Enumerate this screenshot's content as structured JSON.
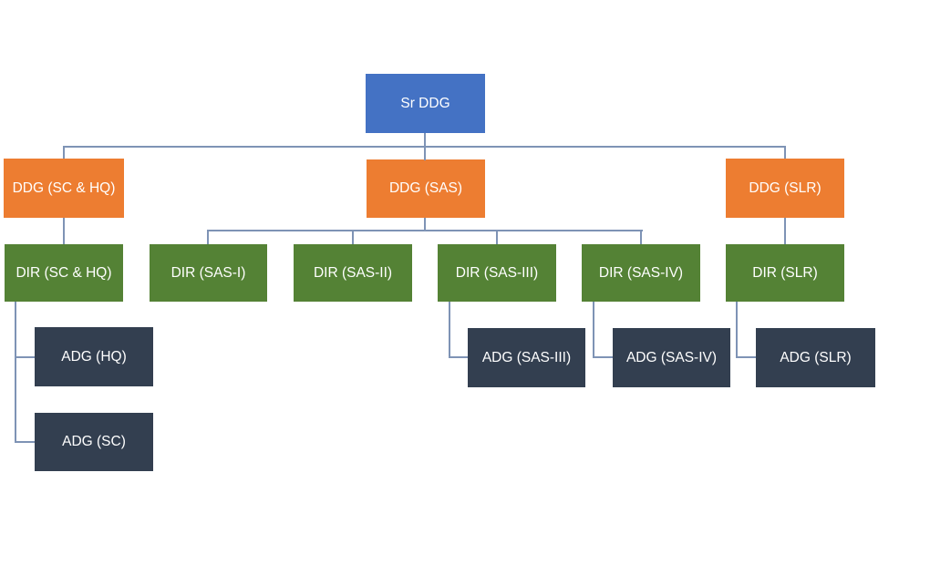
{
  "diagram": {
    "type": "org-chart",
    "background": "#ffffff",
    "colors": {
      "level1": "#4472c4",
      "level2": "#ed7d31",
      "level3": "#548235",
      "level4": "#333f50",
      "connector": "#7e93b5",
      "text": "#ffffff"
    },
    "nodes": {
      "sr_ddg": {
        "label": "Sr DDG"
      },
      "ddg_sc_hq": {
        "label": "DDG (SC & HQ)"
      },
      "ddg_sas": {
        "label": "DDG (SAS)"
      },
      "ddg_slr": {
        "label": "DDG (SLR)"
      },
      "dir_sc_hq": {
        "label": "DIR (SC & HQ)"
      },
      "dir_sas1": {
        "label": "DIR (SAS-I)"
      },
      "dir_sas2": {
        "label": "DIR (SAS-II)"
      },
      "dir_sas3": {
        "label": "DIR (SAS-III)"
      },
      "dir_sas4": {
        "label": "DIR (SAS-IV)"
      },
      "dir_slr": {
        "label": "DIR (SLR)"
      },
      "adg_hq": {
        "label": "ADG (HQ)"
      },
      "adg_sc": {
        "label": "ADG (SC)"
      },
      "adg_sas3": {
        "label": "ADG (SAS-III)"
      },
      "adg_sas4": {
        "label": "ADG (SAS-IV)"
      },
      "adg_slr": {
        "label": "ADG (SLR)"
      }
    },
    "hierarchy": [
      {
        "parent": "sr_ddg",
        "children": [
          "ddg_sc_hq",
          "ddg_sas",
          "ddg_slr"
        ]
      },
      {
        "parent": "ddg_sc_hq",
        "children": [
          "dir_sc_hq"
        ]
      },
      {
        "parent": "ddg_sas",
        "children": [
          "dir_sas1",
          "dir_sas2",
          "dir_sas3",
          "dir_sas4"
        ]
      },
      {
        "parent": "ddg_slr",
        "children": [
          "dir_slr"
        ]
      },
      {
        "parent": "dir_sc_hq",
        "children": [
          "adg_hq",
          "adg_sc"
        ]
      },
      {
        "parent": "dir_sas3",
        "children": [
          "adg_sas3"
        ]
      },
      {
        "parent": "dir_sas4",
        "children": [
          "adg_sas4"
        ]
      },
      {
        "parent": "dir_slr",
        "children": [
          "adg_slr"
        ]
      }
    ]
  }
}
